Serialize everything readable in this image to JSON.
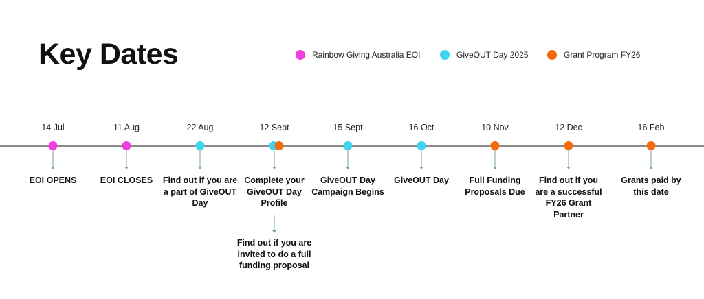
{
  "title": "Key Dates",
  "legend": [
    {
      "label": "Rainbow Giving Australia EOI",
      "color": "#f03ee0"
    },
    {
      "label": "GiveOUT Day 2025",
      "color": "#3ed4ef"
    },
    {
      "label": "Grant Program FY26",
      "color": "#f46a0c"
    }
  ],
  "events": [
    {
      "date": "14 Jul",
      "label": "EOI OPENS",
      "series": "Rainbow Giving Australia EOI"
    },
    {
      "date": "11 Aug",
      "label": "EOI CLOSES",
      "series": "Rainbow Giving Australia EOI"
    },
    {
      "date": "22 Aug",
      "label": "Find out if you are a part of GiveOUT Day",
      "series": "GiveOUT Day 2025"
    },
    {
      "date": "12 Sept",
      "label": "Complete your GiveOUT Day Profile",
      "series": "GiveOUT Day 2025",
      "extra_label": "Find out if you are invited to do a full funding proposal",
      "extra_series": "Grant Program FY26"
    },
    {
      "date": "15 Sept",
      "label": "GiveOUT Day Campaign Begins",
      "series": "GiveOUT Day 2025"
    },
    {
      "date": "16 Oct",
      "label": "GiveOUT Day",
      "series": "GiveOUT Day 2025"
    },
    {
      "date": "10 Nov",
      "label": "Full Funding Proposals Due",
      "series": "Grant Program FY26"
    },
    {
      "date": "12 Dec",
      "label": "Find out if you are a successful FY26 Grant Partner",
      "series": "Grant Program FY26"
    },
    {
      "date": "16 Feb",
      "label": "Grants paid by this date",
      "series": "Grant Program FY26"
    }
  ]
}
